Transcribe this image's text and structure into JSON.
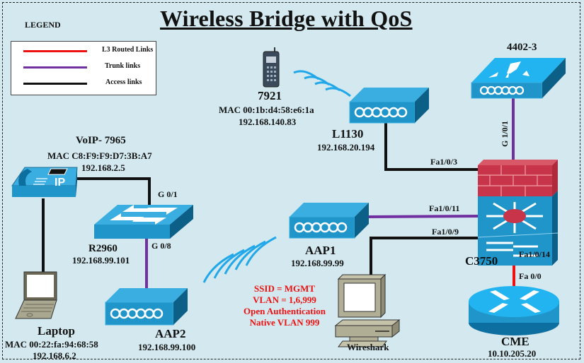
{
  "title": "Wireless Bridge with QoS",
  "legend": {
    "title": "LEGEND",
    "items": [
      {
        "label": "L3 Routed Links",
        "color": "#ee1111"
      },
      {
        "label": "Trunk links",
        "color": "#7030a0"
      },
      {
        "label": "Access links",
        "color": "#111111"
      }
    ]
  },
  "colors": {
    "background": "#d3e9ef",
    "device_blue": "#1f95c9",
    "device_top": "#3aaee0",
    "device_side": "#0c5f86",
    "firewall": "#c8344a",
    "trunk": "#7030a0",
    "routed": "#ee1111",
    "access": "#111111",
    "wireless": "#22a8e8",
    "annotation": "#ee1111"
  },
  "nodes": {
    "phone_7921": {
      "name": "7921",
      "mac": "MAC 00:1b:d4:58:e6:1a",
      "ip": "192.168.140.83",
      "icon": "wireless-phone-icon"
    },
    "ap_l1130": {
      "name": "L1130",
      "ip": "192.168.20.194",
      "icon": "access-point-icon"
    },
    "wlc_4402": {
      "name": "4402-3",
      "icon": "wireless-lan-controller-icon"
    },
    "voip_7965": {
      "name": "VoIP- 7965",
      "mac": "MAC C8:F9:F9:D7:3B:A7",
      "ip": "192.168.2.5",
      "icon": "ip-phone-icon"
    },
    "switch_r2960": {
      "name": "R2960",
      "ip": "192.168.99.101",
      "icon": "switch-icon"
    },
    "ap_aap1": {
      "name": "AAP1",
      "ip": "192.168.99.99",
      "icon": "access-point-icon"
    },
    "ap_aap2": {
      "name": "AAP2",
      "ip": "192.168.99.100",
      "icon": "access-point-icon"
    },
    "switch_c3750": {
      "name": "C3750",
      "icon": "multilayer-switch-firewall-icon"
    },
    "laptop": {
      "name": "Laptop",
      "mac": "MAC 00:22:fa:94:68:58",
      "ip": "192.168.6.2",
      "icon": "laptop-icon"
    },
    "wireshark": {
      "name": "Wireshark",
      "icon": "workstation-icon"
    },
    "router_cme": {
      "name": "CME",
      "ip": "10.10.205.20",
      "icon": "router-icon"
    }
  },
  "ports": {
    "c3750_to_l1130": "Fa1/0/3",
    "c3750_to_4402": "G 1/0/1",
    "c3750_to_aap1": "Fa1/0/11",
    "c3750_to_wireshark": "Fa1/0/9",
    "c3750_to_cme": "Fa1/0/14",
    "cme_to_c3750": "Fa 0/0",
    "r2960_to_voip": "G 0/1",
    "r2960_to_aap2": "G 0/8"
  },
  "bridge_config": [
    "SSID = MGMT",
    "VLAN = 1,6,999",
    "Open Authentication",
    "Native VLAN 999"
  ]
}
